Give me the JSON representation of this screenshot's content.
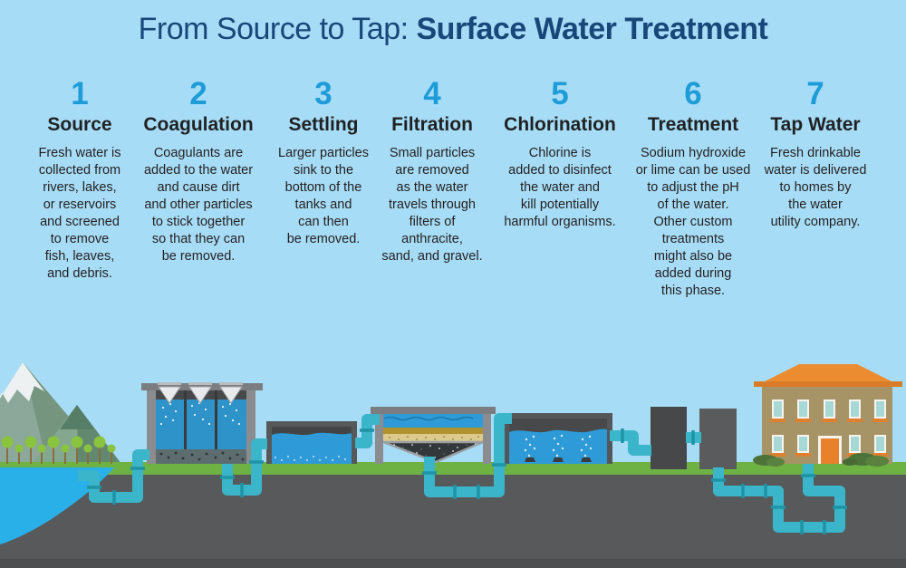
{
  "title": {
    "regular": "From Source to Tap: ",
    "bold": "Surface Water Treatment"
  },
  "steps": [
    {
      "number": "1",
      "heading": "Source",
      "description": "Fresh water is\ncollected from\nrivers, lakes,\nor reservoirs\nand screened\nto remove\nfish, leaves,\nand debris."
    },
    {
      "number": "2",
      "heading": "Coagulation",
      "description": "Coagulants are\nadded to the water\nand cause dirt\nand other particles\nto stick together\nso that they can\nbe removed."
    },
    {
      "number": "3",
      "heading": "Settling",
      "description": "Larger particles\nsink to the\nbottom of the\ntanks and\ncan then\nbe removed."
    },
    {
      "number": "4",
      "heading": "Filtration",
      "description": "Small particles\nare removed\nas the water\ntravels through\nfilters of\nanthracite,\nsand, and gravel."
    },
    {
      "number": "5",
      "heading": "Chlorination",
      "description": "Chlorine is\nadded to disinfect\nthe water and\nkill potentially\nharmful organisms."
    },
    {
      "number": "6",
      "heading": "Treatment",
      "description": "Sodium hydroxide\nor lime can be used\nto adjust the pH\nof the water.\nOther custom\ntreatments\nmight also be\nadded during\nthis phase."
    },
    {
      "number": "7",
      "heading": "Tap Water",
      "description": "Fresh drinkable\nwater is delivered\nto homes by\nthe water\nutility company."
    }
  ],
  "palette": {
    "sky": "#a7dcf6",
    "title_text": "#174879",
    "step_number_blue": "#1e9cd8",
    "body_text": "#231f20",
    "grass_green": "#6eb243",
    "ground_gray": "#58595b",
    "lake_blue": "#29b0e8",
    "pipe_teal": "#3ab5c9",
    "tank_water_blue": "#2e9bd8",
    "tank_gray": "#55585a",
    "house_wall_tan": "#a69366",
    "roof_orange": "#eb8c31"
  },
  "scene": {
    "parts": [
      "mountains",
      "trees",
      "source-lake",
      "intake-pipe",
      "coagulation-tank",
      "settling-tank",
      "filtration-tank",
      "chlorination-tank",
      "treatment-tanks",
      "water-main-pipes",
      "house",
      "grass",
      "ground"
    ]
  }
}
